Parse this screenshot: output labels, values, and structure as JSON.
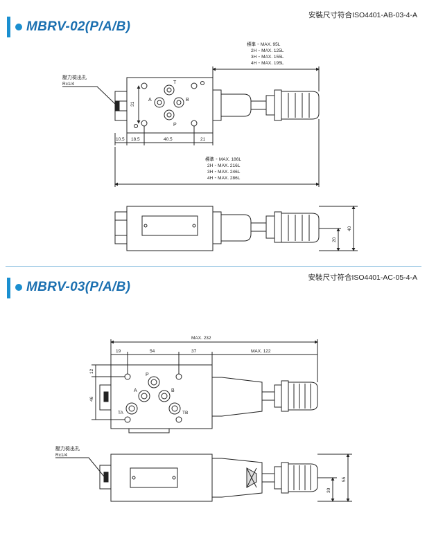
{
  "colors": {
    "accent": "#1a8fd0",
    "title": "#1a6fb0",
    "line": "#222222",
    "body_fill": "#ffffff"
  },
  "sections": [
    {
      "title": "MBRV-02(P/A/B)",
      "standard": "安裝尺寸符合ISO4401-AB-03-4-A",
      "port_label": "壓力檢出孔",
      "port_size": "Rc1/4",
      "ports": {
        "T": "T",
        "A": "A",
        "B": "B",
        "P": "P"
      },
      "dims_bottom": [
        "10.5",
        "18.5",
        "40.5",
        "21"
      ],
      "dim_vertical": "31",
      "top_lengths": [
        "標準 ⁃ MAX. 95L",
        "2H ⁃ MAX. 125L",
        "3H ⁃ MAX. 155L",
        "4H ⁃ MAX. 195L"
      ],
      "overall_lengths": [
        "標準 ⁃ MAX. 186L",
        "2H ⁃ MAX. 216L",
        "3H ⁃ MAX. 246L",
        "4H ⁃ MAX. 286L"
      ],
      "side_dims": [
        "40",
        "20"
      ]
    },
    {
      "title": "MBRV-03(P/A/B)",
      "standard": "安裝尺寸符合ISO4401-AC-05-4-A",
      "port_label": "壓力檢出孔",
      "port_size": "Rc1/4",
      "ports": {
        "P": "P",
        "A": "A",
        "B": "B",
        "TA": "TA",
        "TB": "TB"
      },
      "dim_total": "MAX. 232",
      "dims_top": [
        "19",
        "54",
        "37",
        "MAX. 122"
      ],
      "dims_left": [
        "12",
        "46"
      ],
      "side_dims": [
        "55",
        "30"
      ]
    }
  ]
}
